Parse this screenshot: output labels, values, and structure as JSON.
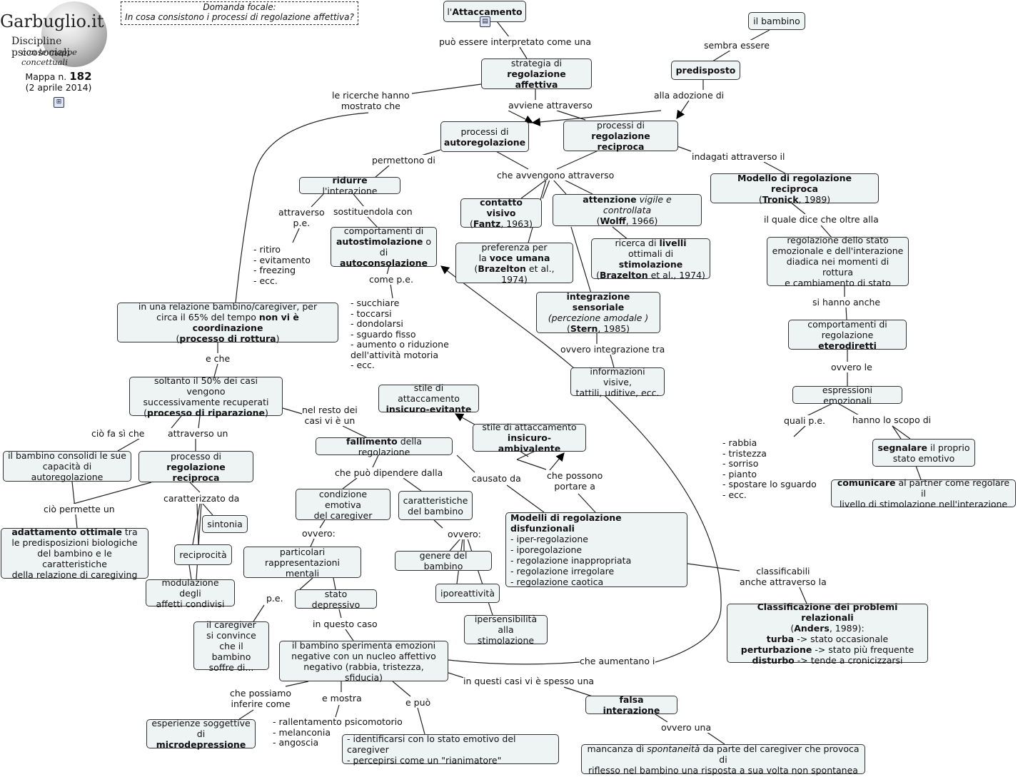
{
  "header": {
    "brand_title": "Garbuglio.it",
    "brand_subtitle": "Discipline psicosociali",
    "brand_tagline": "con le mappe concettuali",
    "map_label": "Mappa n.",
    "map_number": "182",
    "map_date": "(2 aprile 2014)",
    "focal_title": "Domanda focale:",
    "focal_question": "In cosa consistono i processi di regolazione affettiva?"
  },
  "nodes": {
    "attaccamento": {
      "pre": "l'",
      "bold": "Attaccamento"
    },
    "strategia": {
      "l1": "strategia di",
      "bold": "regolazione affettiva"
    },
    "bambino": {
      "text": "il bambino"
    },
    "predisposto": {
      "bold": "predisposto"
    },
    "autoreg": {
      "l1": "processi di",
      "bold": "autoregolazione"
    },
    "regrec": {
      "l1": "processi di",
      "bold": "regolazione reciproca"
    },
    "modello": {
      "bold": "Modello di regolazione reciproca",
      "l2pre": "(",
      "l2bold": "Tronick",
      "l2post": ", 1989)"
    },
    "ridurre": {
      "bold": "ridurre",
      "post": " l'interazione"
    },
    "contatto": {
      "bold": "contatto visivo",
      "l2pre": "(",
      "l2bold": "Fantz",
      "l2post": ", 1963)"
    },
    "attenzione": {
      "bold": "attenzione",
      "ital": " vigile  e controllata",
      "l2pre": "(",
      "l2bold": "Wolff",
      "l2post": ", 1966)"
    },
    "comportamenti_auto": {
      "l1": "comportamenti di",
      "b1": "autostimolazione",
      "o": " o",
      "l3pre": "di ",
      "b2": "autoconsolazione"
    },
    "preferenza": {
      "l1": "preferenza per",
      "l2pre": "la ",
      "l2bold": "voce umana",
      "l3pre": "(",
      "l3bold": "Brazelton",
      "l3post": " et al., 1974)"
    },
    "livelli": {
      "l1pre": "ricerca di ",
      "l1bold": "livelli",
      "l2pre": "ottimali di ",
      "l2bold": "stimolazione",
      "l3pre": "(",
      "l3bold": "Brazelton",
      "l3post": " et al., 1974)"
    },
    "regolazione_stato": {
      "l1": "regolazione dello stato",
      "l2": "emozionale e dell'interazione",
      "l3": "diadica nei momenti di rottura",
      "l4": "e cambiamento di stato"
    },
    "integrazione": {
      "bold": "integrazione sensoriale",
      "ital": "(percezione amodale )",
      "l3pre": "(",
      "l3bold": "Stern",
      "l3post": ", 1985)"
    },
    "eterodiretti": {
      "l1": "comportamenti di",
      "l2pre": "regolazione ",
      "l2bold": "eterodiretti"
    },
    "relazione": {
      "l1": "in una relazione bambino/caregiver, per",
      "l2pre": "circa il 65% del tempo ",
      "l2bold": "non vi è coordinazione",
      "l3pre": "(",
      "l3bold": "processo di rottura",
      "l3post": ")"
    },
    "informazioni": {
      "l1": "informazioni visive,",
      "l2": "tattili, uditive, ecc."
    },
    "espressioni": {
      "text": "espressioni emozionali"
    },
    "riparazione": {
      "l1": "soltanto il 50% dei casi vengono",
      "l2": "successivamente recuperati",
      "l3pre": "(",
      "l3bold": "processo di riparazione",
      "l3post": ")"
    },
    "evitante": {
      "l1": "stile di attaccamento",
      "bold": "insicuro-evitante"
    },
    "ambivalente": {
      "l1": "stile di attaccamento",
      "bold": "insicuro-ambivalente"
    },
    "fallimento": {
      "bold": "fallimento",
      "post": " della regolazione"
    },
    "segnalare": {
      "bold": "segnalare",
      "post": " il proprio",
      "l2": "stato emotivo"
    },
    "consolidi": {
      "l1": "il bambino consolidi le sue",
      "l2": "capacità di autoregolazione"
    },
    "processo_rec": {
      "l1": "processo di",
      "bold": "regolazione reciproca"
    },
    "comunicare": {
      "bold": "comunicare",
      "post": " al partner come regolare il",
      "l2": "livello di stimolazione nell'interazione"
    },
    "condizione": {
      "l1": "condizione emotiva",
      "l2": "del caregiver"
    },
    "caratteristiche": {
      "l1": "caratteristiche",
      "l2": "del bambino"
    },
    "disfunzionali": {
      "title": "Modelli di regolazione disfunzionali",
      "items": [
        "- iper-regolazione",
        "- iporegolazione",
        "- regolazione inappropriata",
        "- regolazione irregolare",
        "- regolazione caotica"
      ]
    },
    "sintonia": {
      "text": "sintonia"
    },
    "adattamento": {
      "bold": "adattamento ottimale",
      "post": " tra",
      "l2": "le predisposizioni biologiche",
      "l3": "del bambino e le caratteristiche",
      "l4": "della relazione di caregiving"
    },
    "reciprocita": {
      "text": "reciprocità"
    },
    "rappresentazioni": {
      "l1": "particolari",
      "l2": "rappresentazioni mentali"
    },
    "genere": {
      "text": "genere del bambino"
    },
    "modulazione": {
      "l1": "modulazione degli",
      "l2": "affetti condivisi"
    },
    "iporeattivita": {
      "text": "iporeattività"
    },
    "depressivo": {
      "text": "stato depressivo"
    },
    "classificazione": {
      "title": "Classificazione dei problemi relazionali",
      "l2pre": "(",
      "l2bold": "Anders",
      "l2post": ", 1989):",
      "r1b": "turba",
      "r1": " -> stato occasionale",
      "r2b": "perturbazione",
      "r2": " -> stato più frequente",
      "r3b": "disturbo",
      "r3": " -> tende a cronicizzarsi"
    },
    "ipersensibilita": {
      "l1": "ipersensibilità",
      "l2": "alla stimolazione"
    },
    "convince": {
      "l1": "il caregiver",
      "l2": "si convince",
      "l3": "che il bambino",
      "l4": "soffre di..."
    },
    "sperimenta": {
      "l1": "il bambino sperimenta emozioni",
      "l2": "negative con un nucleo affettivo",
      "l3": "negativo (rabbia, tristezza, sfiducia)"
    },
    "falsa": {
      "bold": "falsa interazione"
    },
    "microdepressione": {
      "l1": "esperienze soggettive",
      "l2pre": "di ",
      "l2bold": "microdepressione"
    },
    "identificarsi": {
      "l1": "- identificarsi con lo stato emotivo del caregiver",
      "l2": "- percepirsi come un \"rianimatore\""
    },
    "spontaneita": {
      "l1pre": "mancanza di ",
      "l1ital": "spontaneità",
      "l1post": "  da parte del caregiver che provoca di",
      "l2": "riflesso nel bambino una risposta a sua volta non spontanea"
    }
  },
  "labels": {
    "puo_essere": "può essere interpretato come una",
    "sembra_essere": "sembra essere",
    "ricerche": [
      "le ricerche hanno",
      "mostrato che"
    ],
    "avviene": "avviene attraverso",
    "alla_adozione": "alla adozione di",
    "permettono": "permettono di",
    "indagati": "indagati attraverso il",
    "avvengono": "che avvengono attraverso",
    "attraverso_pe": [
      "attraverso",
      "p.e."
    ],
    "sostituendola": "sostituendola con",
    "il_quale": "il quale dice che oltre alla",
    "come_pe": "come p.e.",
    "si_hanno": "si hanno anche",
    "ovvero_integrazione": "ovvero integrazione tra",
    "e_che": "e che",
    "ovvero_le": "ovvero le",
    "nel_resto": [
      "nel resto dei",
      "casi vi è un"
    ],
    "quali_pe": "quali p.e.",
    "hanno_scopo": "hanno lo scopo di",
    "cio_fa": "ciò fa sì che",
    "attraverso_un": "attraverso un",
    "che_puo": "che può dipendere dalla",
    "causato_da": "causato da",
    "che_possono": [
      "che possono",
      "portare a"
    ],
    "caratterizzato": "caratterizzato da",
    "cio_permette": "ciò permette un",
    "ovvero1": "ovvero:",
    "ovvero2": "ovvero:",
    "classificabili": [
      "classificabili",
      "anche attraverso la"
    ],
    "pe": "p.e.",
    "in_questo_caso": "in questo caso",
    "che_aumentano": "che aumentano i",
    "in_questi_casi": "in questi casi vi è spesso una",
    "che_possiamo": [
      "che possiamo",
      "inferire come"
    ],
    "e_mostra": "e mostra",
    "e_puo": "e può",
    "ovvero_una": "ovvero una"
  },
  "lists": {
    "ritiro": [
      "- ritiro",
      "- evitamento",
      "- freezing",
      "- ecc."
    ],
    "succhiare": [
      "- succhiare",
      "- toccarsi",
      "- dondolarsi",
      "- sguardo fisso",
      "- aumento o riduzione",
      "dell'attività motoria",
      "- ecc."
    ],
    "rabbia": [
      "- rabbia",
      "- tristezza",
      "- sorriso",
      "- pianto",
      "- spostare lo sguardo",
      "- ecc."
    ],
    "rallentamento": [
      "- rallentamento psicomotorio",
      "- melanconia",
      "- angoscia"
    ]
  },
  "icons": [
    "document-icon",
    "map-icon"
  ]
}
